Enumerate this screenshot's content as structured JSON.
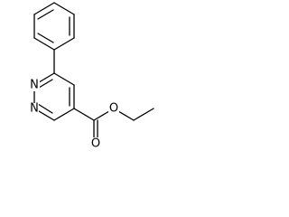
{
  "molecule": {
    "atoms": {
      "n_upper": "N",
      "n_lower": "N",
      "o_ester": "O",
      "o_carbonyl": "O"
    },
    "colors": {
      "bond": "#000000",
      "background": "#ffffff"
    }
  }
}
